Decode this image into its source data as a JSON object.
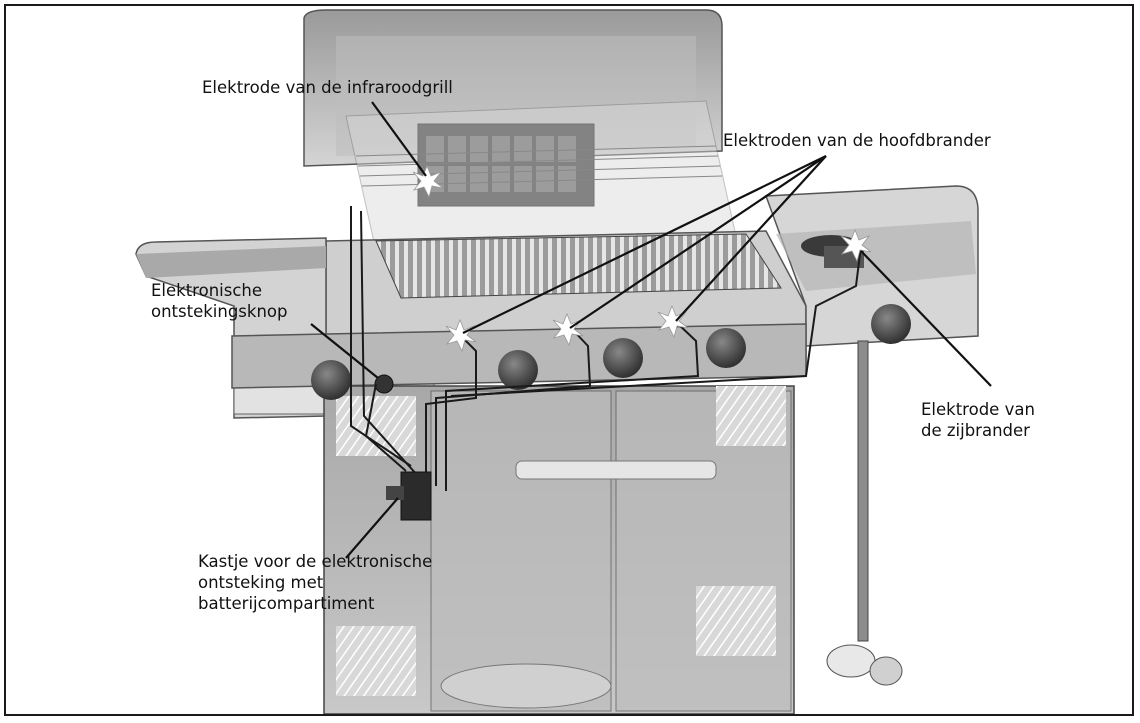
{
  "labels": {
    "infrared_electrode": "Elektrode van de infraroodgrill",
    "main_burner_electrodes": "Elektroden van de hoofdbrander",
    "ignition_button_line1": "Elektronische",
    "ignition_button_line2": "ontstekingsknop",
    "side_burner_line1": "Elektrode van",
    "side_burner_line2": "de zijbrander",
    "ignition_box_line1": "Kastje voor de elektronische",
    "ignition_box_line2": "ontsteking met",
    "ignition_box_line3": "batterijcompartiment"
  },
  "colors": {
    "line": "#111111",
    "body": "#c9c9c9",
    "body_dark": "#8a8a8a",
    "spark": "#ffffff"
  }
}
